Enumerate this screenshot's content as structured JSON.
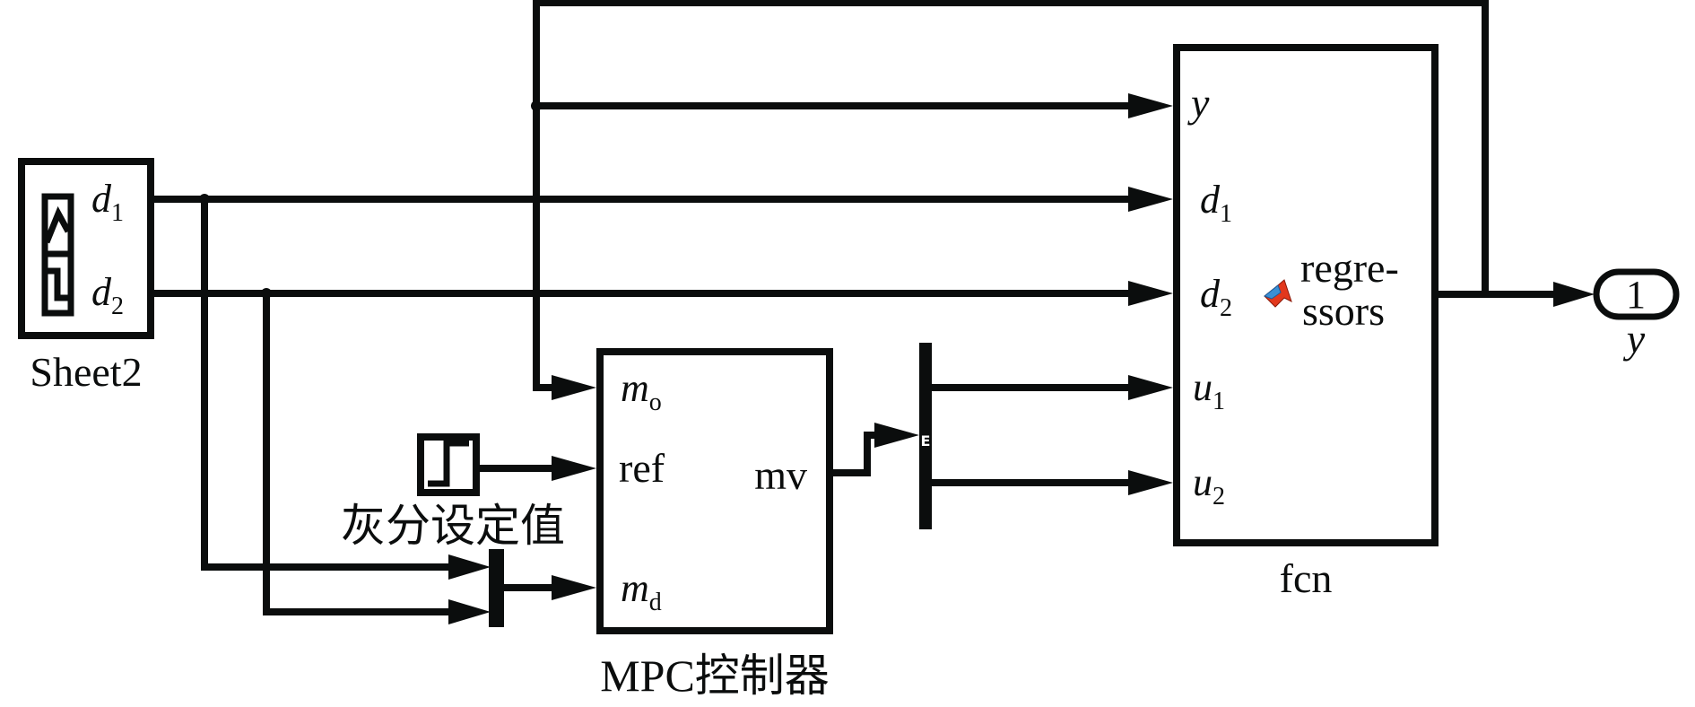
{
  "diagram": {
    "type": "simulink-block-diagram",
    "colors": {
      "line": "#0b0d0d",
      "background": "#ffffff",
      "matlab_logo_red": "#e2381c",
      "matlab_logo_blue": "#3a8fd4"
    },
    "blocks": {
      "signal_builder": {
        "label": "Sheet2",
        "icon": "signal-builder-icon",
        "outputs": [
          {
            "name": "d",
            "sub": "1"
          },
          {
            "name": "d",
            "sub": "2"
          }
        ]
      },
      "step": {
        "label": "灰分设定值",
        "icon": "step-icon"
      },
      "mux": {
        "icon": "mux-bar"
      },
      "mpc": {
        "label": "MPC控制器",
        "inputs": [
          {
            "name": "m",
            "sub": "o"
          },
          {
            "name": "ref",
            "sub": ""
          },
          {
            "name": "m",
            "sub": "d"
          }
        ],
        "outputs": [
          {
            "name": "mv"
          }
        ]
      },
      "demux": {
        "icon": "demux-bar",
        "glyph": "E"
      },
      "fcn": {
        "label": "fcn",
        "icon": "matlab-logo-icon",
        "inputs": [
          {
            "name": "y",
            "sub": ""
          },
          {
            "name": "d",
            "sub": "1"
          },
          {
            "name": "d",
            "sub": "2"
          },
          {
            "name": "u",
            "sub": "1"
          },
          {
            "name": "u",
            "sub": "2"
          }
        ],
        "output_line1": "regre-",
        "output_line2": "ssors"
      },
      "outport": {
        "number": "1",
        "label": "y"
      }
    }
  }
}
